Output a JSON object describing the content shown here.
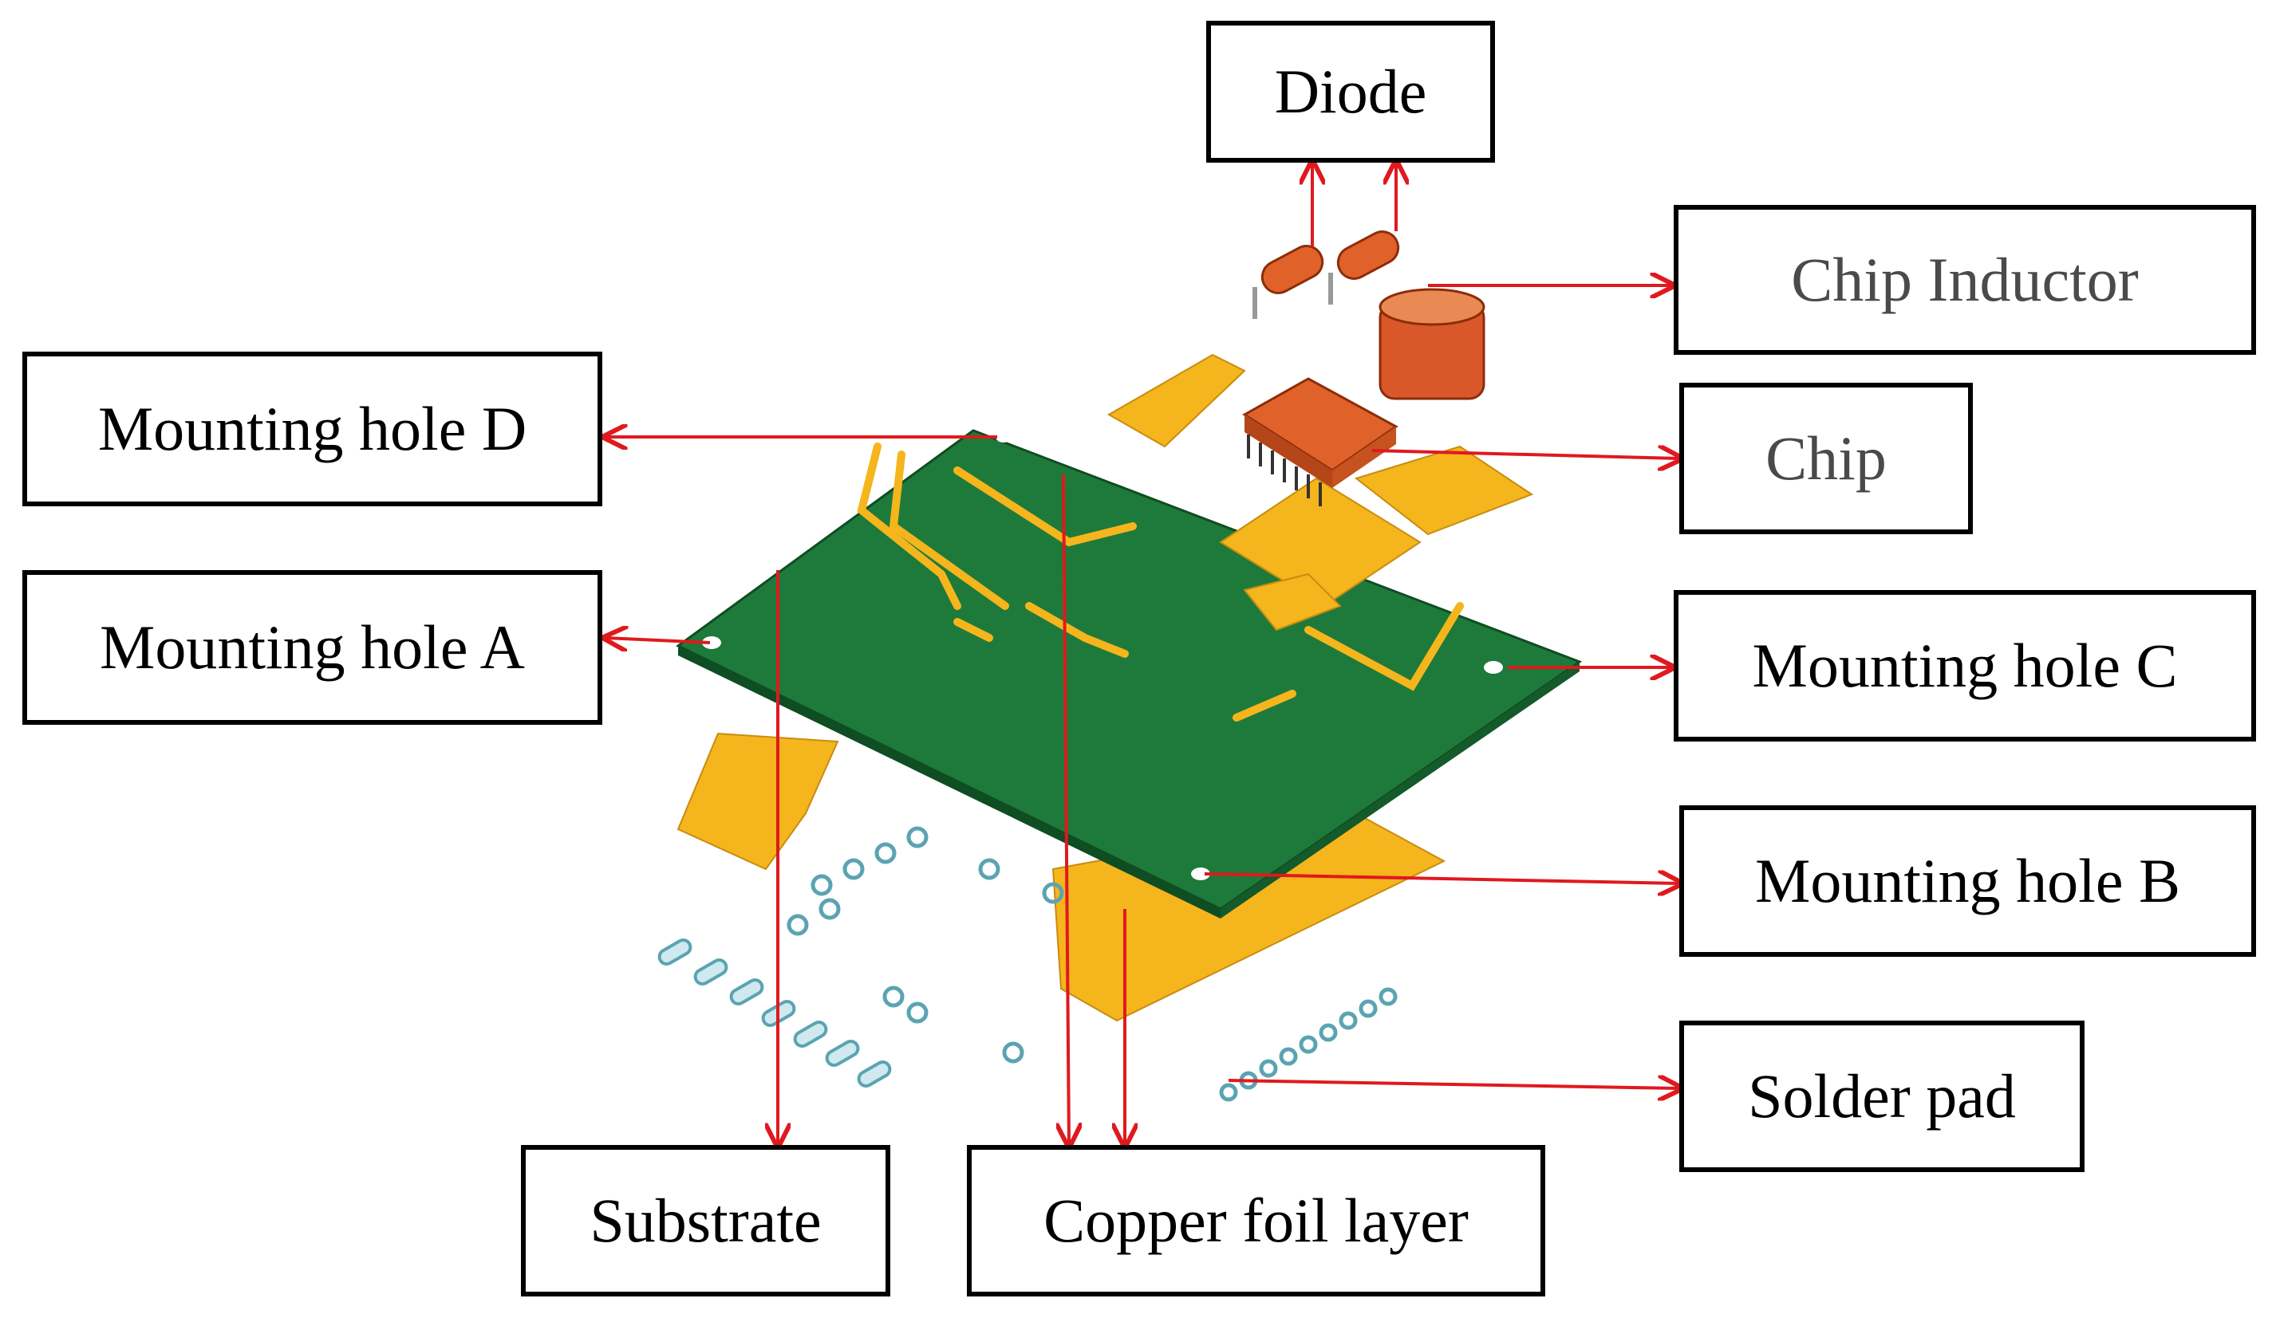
{
  "labels": {
    "diode": "Diode",
    "chip_inductor": "Chip Inductor",
    "chip": "Chip",
    "mounting_hole_d": "Mounting hole D",
    "mounting_hole_a": "Mounting hole A",
    "mounting_hole_c": "Mounting hole C",
    "mounting_hole_b": "Mounting hole B",
    "solder_pad": "Solder pad",
    "substrate": "Substrate",
    "copper_foil_layer": "Copper foil layer"
  },
  "colors": {
    "arrow": "#e0191f",
    "substrate": "#1e7a3a",
    "copper": "#f5b51c",
    "component": "#e0622a",
    "box_border": "#000000"
  }
}
